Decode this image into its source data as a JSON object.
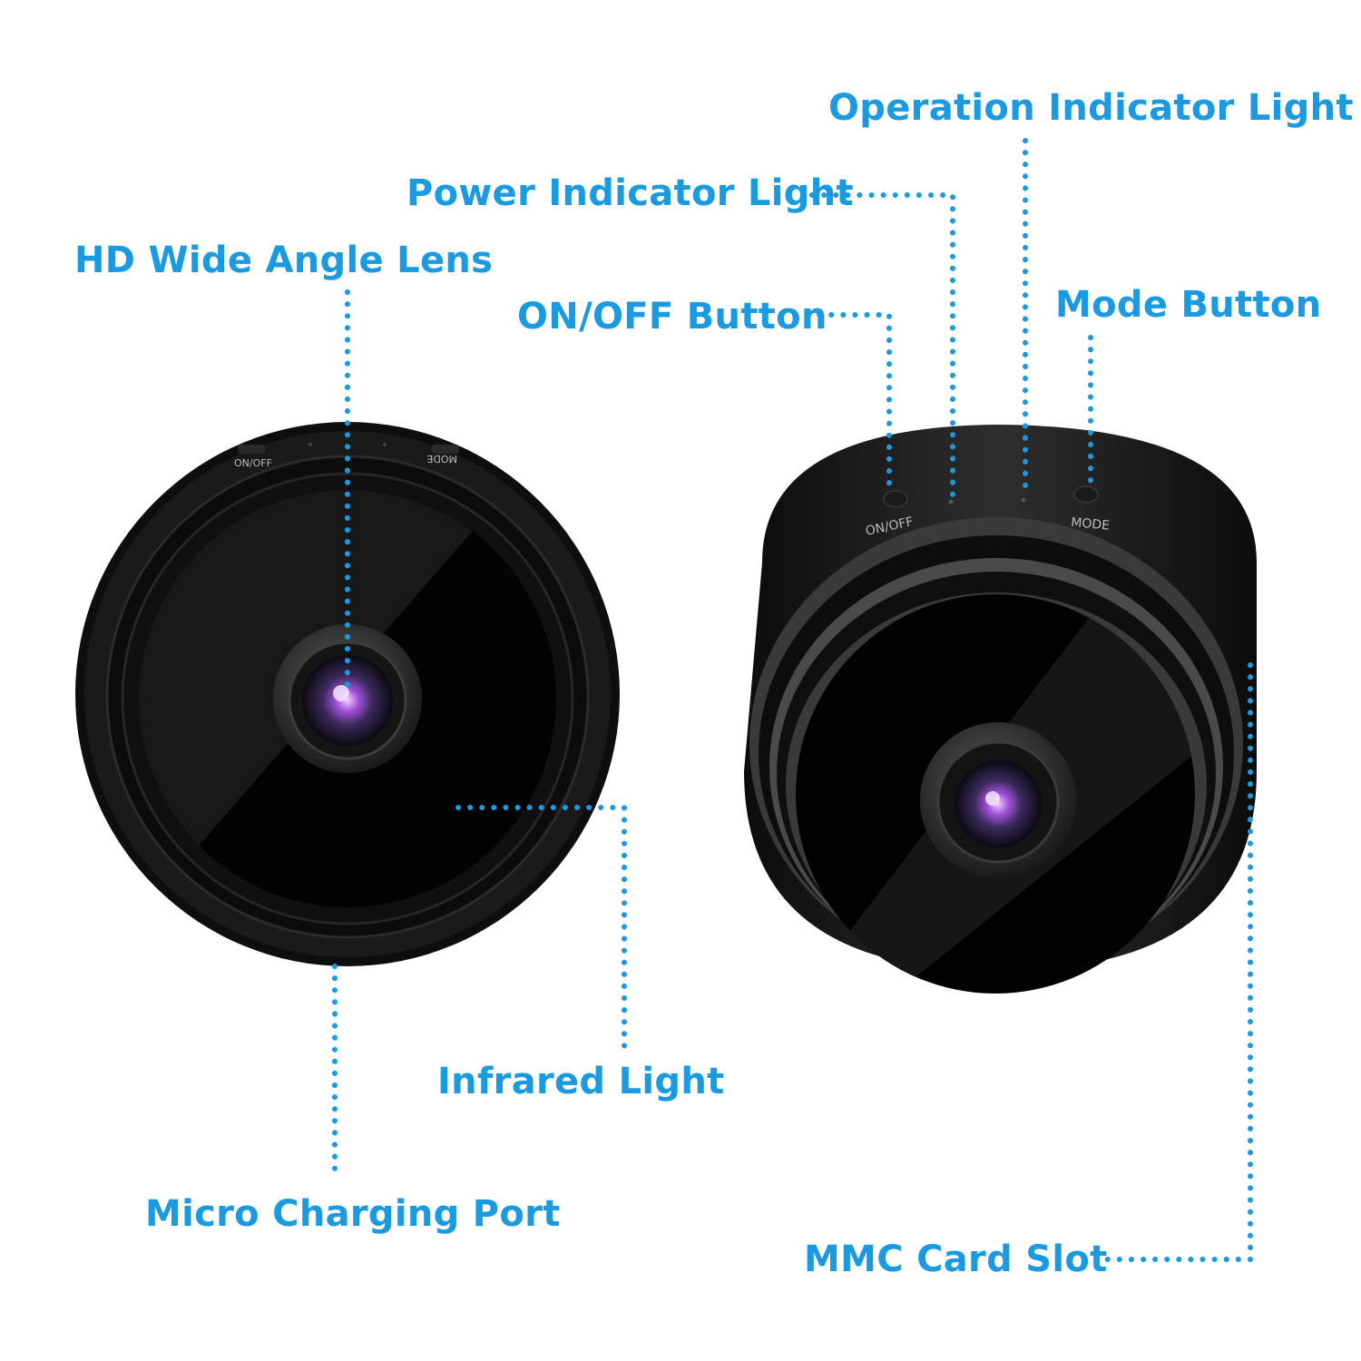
{
  "labels": {
    "operation_indicator_light": "Operation Indicator Light",
    "power_indicator_light": "Power Indicator Light",
    "hd_wide_angle_lens": "HD Wide Angle Lens",
    "on_off_button": "ON/OFF Button",
    "mode_button": "Mode Button",
    "infrared_light": "Infrared Light",
    "micro_charging_port": "Micro Charging Port",
    "mmc_card_slot": "MMC Card Slot"
  },
  "device_markings": {
    "on_off": "ON/OFF",
    "mode": "MODE"
  },
  "colors": {
    "callout": "#1a9ae0",
    "camera_body": "#111111",
    "lens_tint": "#9a4fd0"
  }
}
